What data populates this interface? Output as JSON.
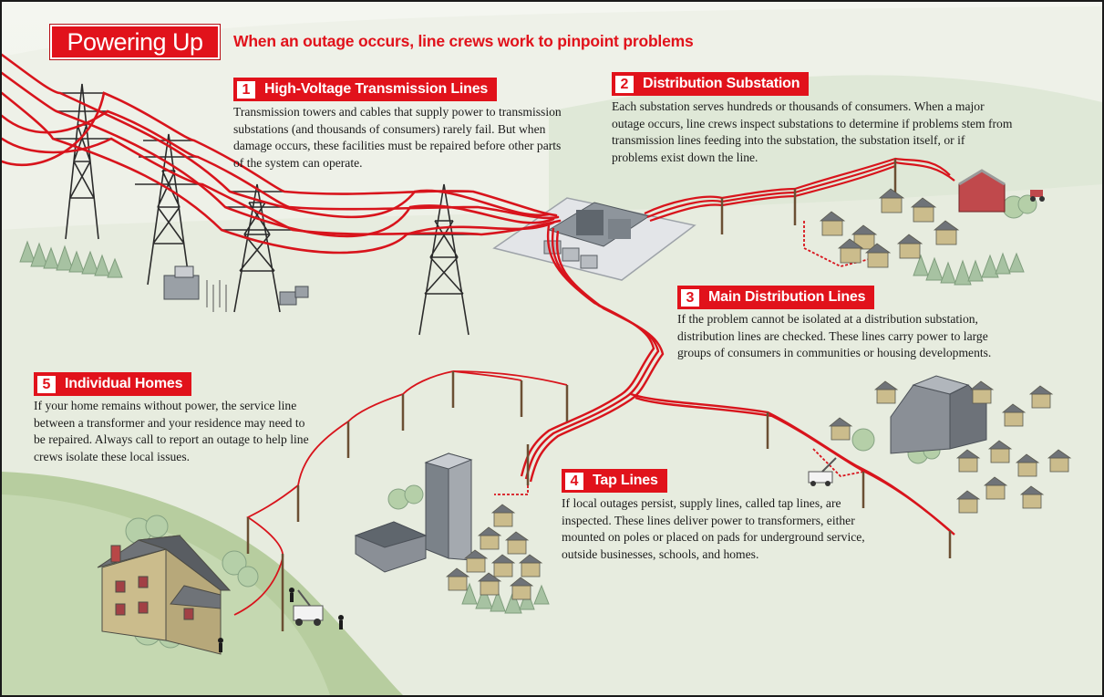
{
  "header": {
    "title": "Powering Up",
    "subtitle": "When an outage occurs, line crews work to pinpoint problems"
  },
  "sections": [
    {
      "number": "1",
      "title": "High-Voltage Transmission Lines",
      "text": "Transmission towers and cables that supply power to transmission substations (and thousands of consumers) rarely fail. But when damage occurs, these facilities must be repaired before other parts of the system can operate."
    },
    {
      "number": "2",
      "title": "Distribution Substation",
      "text": "Each substation serves hundreds or thousands of consumers. When a major outage occurs, line crews inspect substations to determine if problems stem from transmission lines feeding into the substation, the substation itself, or if problems exist down the line."
    },
    {
      "number": "3",
      "title": "Main Distribution Lines",
      "text": "If the problem cannot be isolated at a distribution substation, distribution lines are checked. These lines carry power to large groups of consumers in communities or housing developments."
    },
    {
      "number": "4",
      "title": "Tap Lines",
      "text": "If local outages persist, supply lines, called tap lines, are inspected. These lines deliver power to transformers, either mounted on poles or placed on pads for underground service, outside businesses, schools, and homes."
    },
    {
      "number": "5",
      "title": "Individual Homes",
      "text": "If your home remains without power, the service line between a transformer and your residence may need to be repaired. Always call to report an outage to help line crews isolate these local issues."
    }
  ],
  "colors": {
    "accent_red": "#e1121b",
    "line_red": "#d8141c",
    "tower_dark": "#2b2b2b",
    "hill_green": "#b9cfa3",
    "tree_green": "#a9c4a0",
    "house_wall": "#cbbc8c",
    "roof_gray": "#6f7378",
    "building_gray": "#8a8f96"
  },
  "illustration": {
    "elements": [
      "transmission-tower-icon",
      "substation-icon",
      "utility-pole-icon",
      "house-icon",
      "office-building-icon",
      "barn-icon",
      "bucket-truck-icon",
      "lineworker-icon",
      "tree-icon"
    ]
  }
}
